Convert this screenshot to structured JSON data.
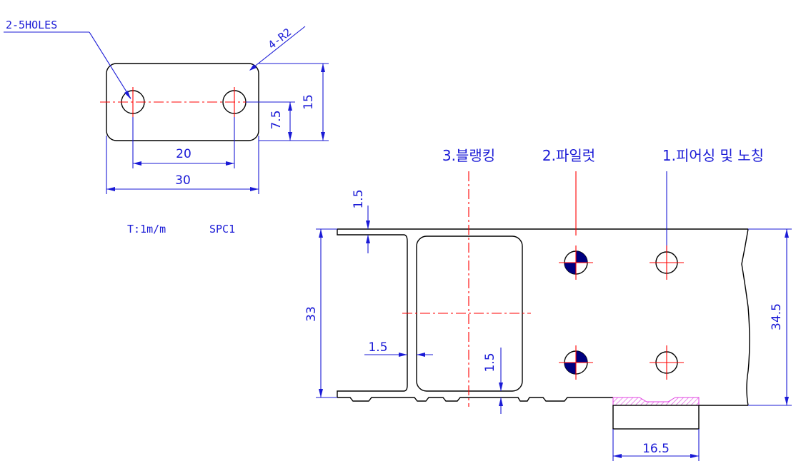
{
  "colors": {
    "outline": "#000000",
    "dimension": "#1a1ad6",
    "centerline": "#ff0000",
    "hatch": "#e040e0",
    "pilot": "#000080"
  },
  "blank": {
    "hole_note": "2-5HOLES",
    "radius_note": "4-R2",
    "dim_hole_pitch": "20",
    "dim_width": "30",
    "dim_height": "15",
    "dim_half_height": "7.5",
    "material_thickness": "T:1m/m",
    "material_grade": "SPC1"
  },
  "strip": {
    "stations": [
      "3.블랭킹",
      "2.파일럿",
      "1.피어싱 및 노칭"
    ],
    "dim_edge_offset": "1.5",
    "dim_pitch_height": "33",
    "dim_web_gap": "1.5",
    "dim_bottom_carrier": "1.5",
    "dim_strip_width": "34.5",
    "dim_notch_length": "16.5"
  }
}
